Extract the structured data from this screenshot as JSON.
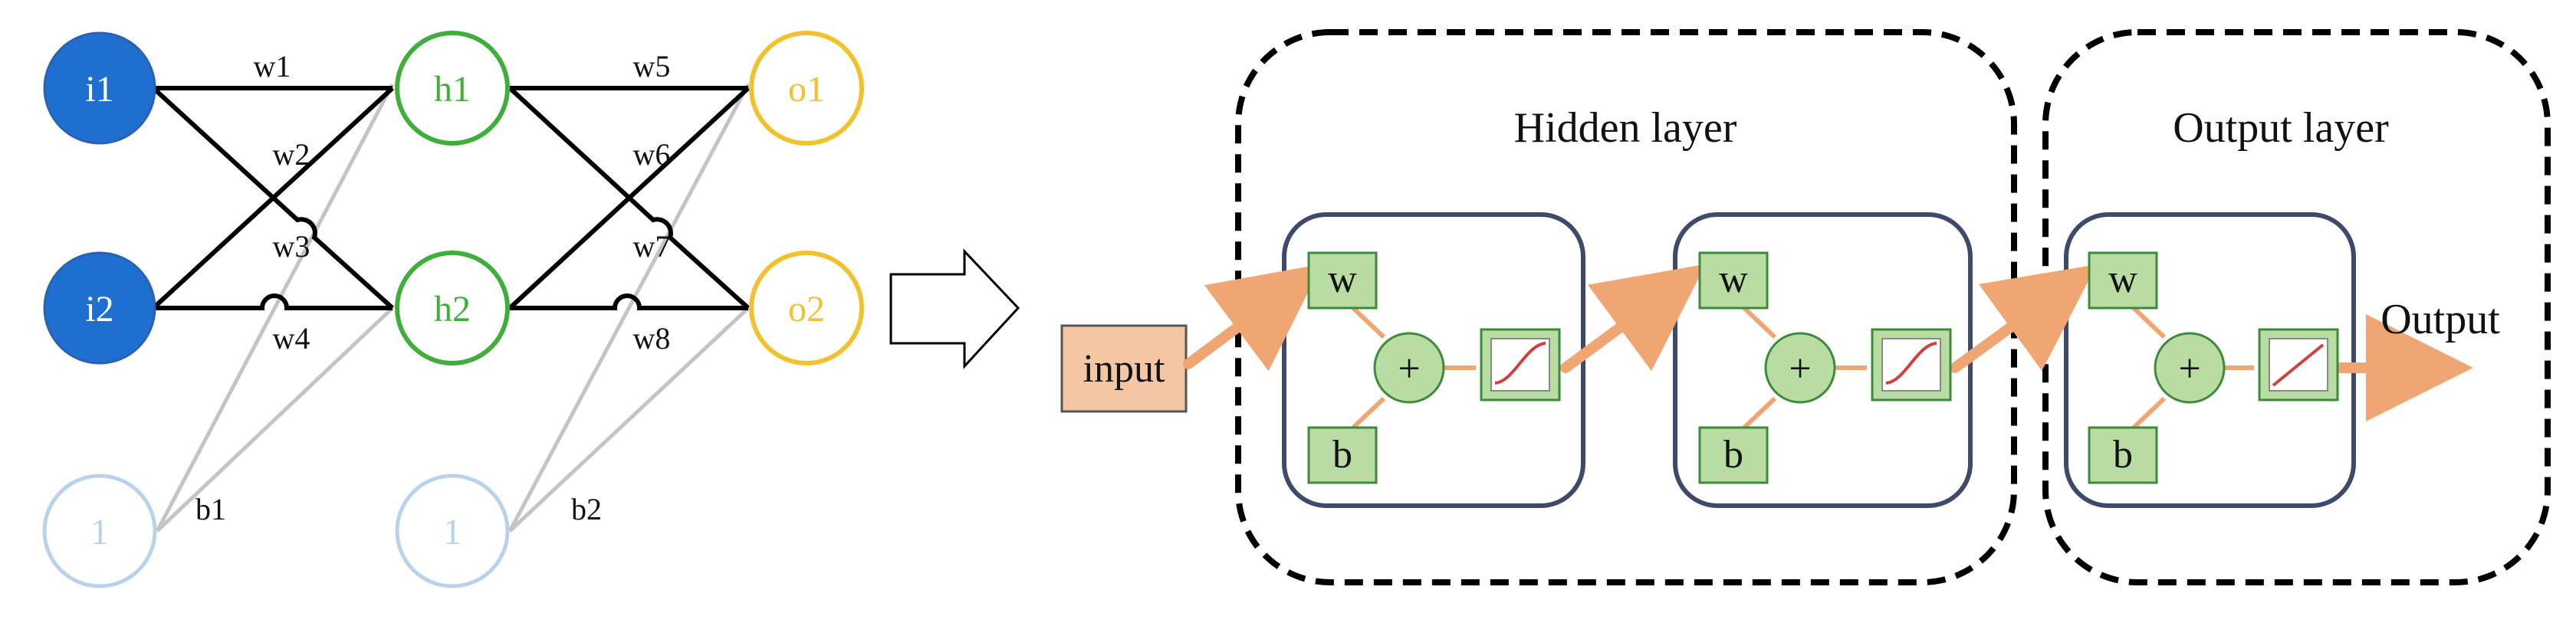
{
  "network": {
    "nodes": {
      "i1": "i1",
      "i2": "i2",
      "h1": "h1",
      "h2": "h2",
      "o1": "o1",
      "o2": "o2",
      "bias1": "1",
      "bias2": "1"
    },
    "weights": {
      "w1": "w1",
      "w2": "w2",
      "w3": "w3",
      "w4": "w4",
      "w5": "w5",
      "w6": "w6",
      "w7": "w7",
      "w8": "w8"
    },
    "biases": {
      "b1": "b1",
      "b2": "b2"
    }
  },
  "architecture": {
    "input_label": "input",
    "hidden_title": "Hidden layer",
    "output_title": "Output layer",
    "output_label": "Output",
    "weight_symbol": "w",
    "bias_symbol": "b",
    "sum_symbol": "+"
  },
  "colors": {
    "input_fill": "#1f6fd1",
    "hidden": "#3fae3a",
    "output": "#f2c12e",
    "bias": "#b7d2ea",
    "block_fill": "#b9dca3",
    "block_stroke": "#3c8a3a",
    "input_box": "#f4c6a3",
    "arrow": "#efa673",
    "unit_stroke": "#3d4a6b"
  }
}
